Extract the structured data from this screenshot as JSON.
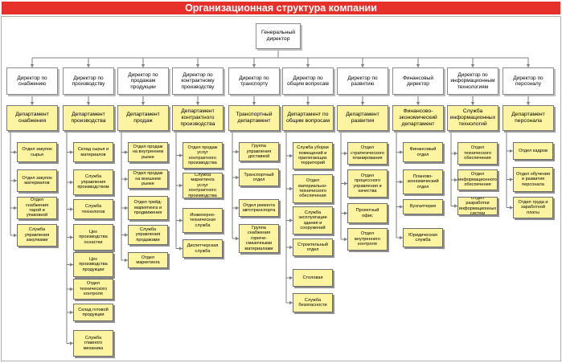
{
  "title": "Организационная структура компании",
  "ceo": "Генеральный директор",
  "columns": [
    {
      "director": "Директор по снабжению",
      "department": "Департамент снабжения",
      "units": [
        "Отдел закупок сырья",
        "Отдел закупок материалов",
        "Отдел снабжения тарой и упаковкой",
        "Служба управления закупками"
      ]
    },
    {
      "director": "Директор по производству",
      "department": "Департамент производства",
      "units": [
        "Склад сырья и материалов",
        "Служба управления производством",
        "Служба технологов",
        "Цех производства оснастки",
        "Цех производства продукции",
        "Отдел технического контроля",
        "Склад готовой продукции",
        "Служба главного механика"
      ]
    },
    {
      "director": "Директор по продажам продукции",
      "department": "Департамент продаж",
      "units": [
        "Отдел продаж на внутреннем рынке",
        "Отдел продаж на внешнем рынке",
        "Отдел трейд-маркетинга и продвижения",
        "Служба управления продажами",
        "Отдел маркетинга"
      ]
    },
    {
      "director": "Директор по контрактному производству",
      "department": "Департамент контрактного производства",
      "units": [
        "Отдел продаж услуг контрактного производства",
        "Служба маркетинга услуг контрактного производства",
        "Инженерно-техническая служба",
        "Диспетчерская служба"
      ]
    },
    {
      "director": "Директор по транспорту",
      "department": "Транспортный департамент",
      "units": [
        "Группа управления доставкой",
        "Транспортный отдел",
        "Отдел ремонта автотранспорта",
        "Группа снабжения горюче-смазочными материалами"
      ]
    },
    {
      "director": "Директор по общим вопросам",
      "department": "Департамент по общим вопросам",
      "units": [
        "Служба уборки помещений и прилегающих территорий",
        "Отдел материально-технического обеспечения",
        "Служба эксплуатации здания и сооружений",
        "Строительный отдел",
        "Столовая",
        "Служба безопасности"
      ]
    },
    {
      "director": "Директор по развитию",
      "department": "Департамент развития",
      "units": [
        "Отдел стратегического планирования",
        "Отдел процессного управления и качества",
        "Проектный офис",
        "Отдел внутреннего контроля"
      ]
    },
    {
      "director": "Финансовый директор",
      "department": "Финансово-экономический департамент",
      "units": [
        "Финансовый отдел",
        "Планово-экономический отдел",
        "Бухгалтерия",
        "Юридическая служба"
      ]
    },
    {
      "director": "Директор по информационным технологиям",
      "department": "Служба информационных технологий",
      "units": [
        "Отдел технического обеспечения",
        "Отдел информационного обеспечения",
        "Отдел разработки информационных систем"
      ]
    },
    {
      "director": "Директор по персоналу",
      "department": "Департамент персонала",
      "units": [
        "Отдел кадров",
        "Отдел обучения и развития персонала",
        "Отдел труда и заработной платы"
      ]
    }
  ]
}
